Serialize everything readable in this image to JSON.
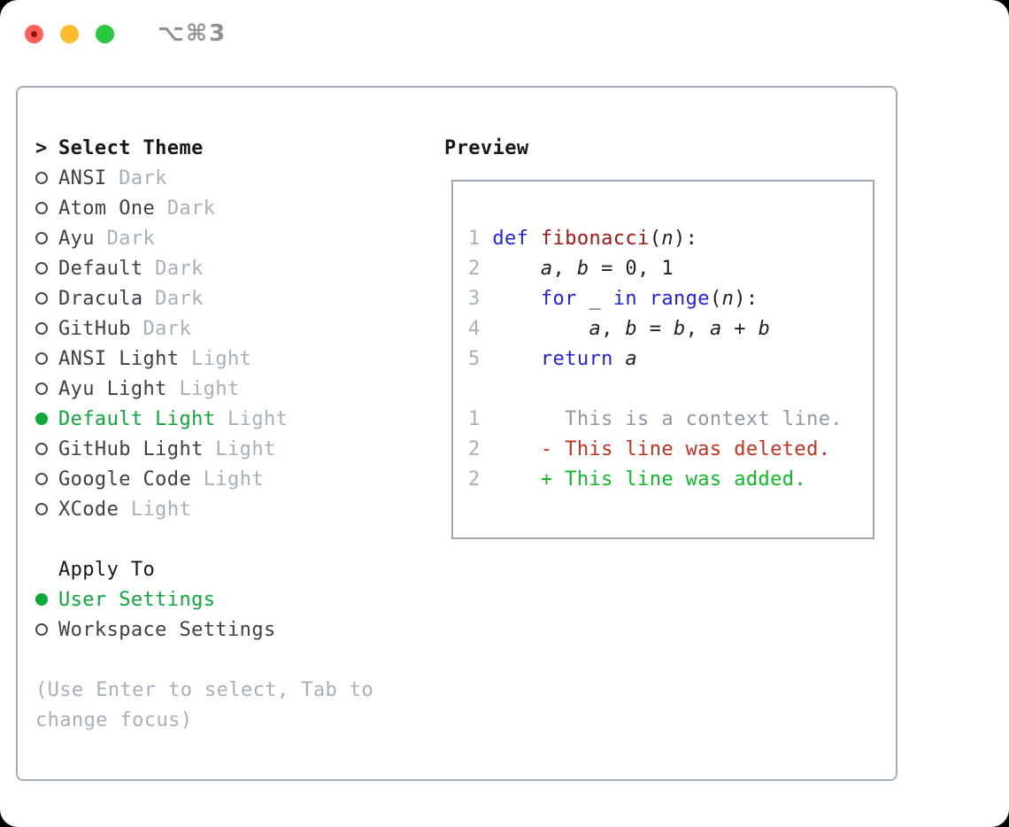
{
  "titlebar": {
    "shortcut": "⌥⌘3",
    "traffic_colors": {
      "close": "#ff5f57",
      "minimize": "#febc2e",
      "zoom": "#28c840"
    }
  },
  "left": {
    "header_prefix": ">",
    "header_label": "Select Theme",
    "themes": [
      {
        "name": "ANSI",
        "variant": "Dark",
        "selected": false
      },
      {
        "name": "Atom One",
        "variant": "Dark",
        "selected": false
      },
      {
        "name": "Ayu",
        "variant": "Dark",
        "selected": false
      },
      {
        "name": "Default",
        "variant": "Dark",
        "selected": false
      },
      {
        "name": "Dracula",
        "variant": "Dark",
        "selected": false
      },
      {
        "name": "GitHub",
        "variant": "Dark",
        "selected": false
      },
      {
        "name": "ANSI Light",
        "variant": "Light",
        "selected": false
      },
      {
        "name": "Ayu Light",
        "variant": "Light",
        "selected": false
      },
      {
        "name": "Default Light",
        "variant": "Light",
        "selected": true
      },
      {
        "name": "GitHub Light",
        "variant": "Light",
        "selected": false
      },
      {
        "name": "Google Code",
        "variant": "Light",
        "selected": false
      },
      {
        "name": "XCode",
        "variant": "Light",
        "selected": false
      }
    ],
    "apply_header": "Apply To",
    "apply_options": [
      {
        "label": "User Settings",
        "selected": true
      },
      {
        "label": "Workspace Settings",
        "selected": false
      }
    ],
    "hint_lines": [
      "(Use Enter to select, Tab to",
      "change focus)"
    ]
  },
  "preview": {
    "title": "Preview",
    "lines": [
      {
        "num": "1",
        "tokens": [
          {
            "t": " ",
            "c": "pl"
          },
          {
            "t": "def",
            "c": "kw"
          },
          {
            "t": " ",
            "c": "pl"
          },
          {
            "t": "fibonacci",
            "c": "fn"
          },
          {
            "t": "(",
            "c": "pl"
          },
          {
            "t": "n",
            "c": "var"
          },
          {
            "t": "):",
            "c": "pl"
          }
        ]
      },
      {
        "num": "2",
        "tokens": [
          {
            "t": "     ",
            "c": "pl"
          },
          {
            "t": "a",
            "c": "var"
          },
          {
            "t": ", ",
            "c": "pl"
          },
          {
            "t": "b",
            "c": "var"
          },
          {
            "t": " = 0, 1",
            "c": "pl"
          }
        ]
      },
      {
        "num": "3",
        "tokens": [
          {
            "t": "     ",
            "c": "pl"
          },
          {
            "t": "for",
            "c": "kw"
          },
          {
            "t": " _ ",
            "c": "pl"
          },
          {
            "t": "in",
            "c": "kw"
          },
          {
            "t": " ",
            "c": "pl"
          },
          {
            "t": "range",
            "c": "kw"
          },
          {
            "t": "(",
            "c": "pl"
          },
          {
            "t": "n",
            "c": "var"
          },
          {
            "t": "):",
            "c": "pl"
          }
        ]
      },
      {
        "num": "4",
        "tokens": [
          {
            "t": "         ",
            "c": "pl"
          },
          {
            "t": "a",
            "c": "var"
          },
          {
            "t": ", ",
            "c": "pl"
          },
          {
            "t": "b",
            "c": "var"
          },
          {
            "t": " = ",
            "c": "pl"
          },
          {
            "t": "b",
            "c": "var"
          },
          {
            "t": ", ",
            "c": "pl"
          },
          {
            "t": "a",
            "c": "var"
          },
          {
            "t": " + ",
            "c": "pl"
          },
          {
            "t": "b",
            "c": "var"
          }
        ]
      },
      {
        "num": "5",
        "tokens": [
          {
            "t": "     ",
            "c": "pl"
          },
          {
            "t": "return",
            "c": "kw"
          },
          {
            "t": " ",
            "c": "pl"
          },
          {
            "t": "a",
            "c": "var"
          }
        ]
      },
      {
        "num": "",
        "tokens": []
      },
      {
        "num": "1",
        "tokens": [
          {
            "t": "       This is a context line.",
            "c": "ctx"
          }
        ]
      },
      {
        "num": "2",
        "tokens": [
          {
            "t": "     - This line was deleted.",
            "c": "del"
          }
        ]
      },
      {
        "num": "2",
        "tokens": [
          {
            "t": "     + This line was added.",
            "c": "add"
          }
        ]
      }
    ]
  },
  "colors": {
    "accent_green": "#0ca838",
    "keyword_blue": "#2222dd",
    "function_red": "#a31515",
    "diff_deleted": "#c5301f",
    "diff_added": "#0cbb24",
    "muted_gray": "#a6b0ba",
    "panel_border": "#a5aeb8"
  }
}
